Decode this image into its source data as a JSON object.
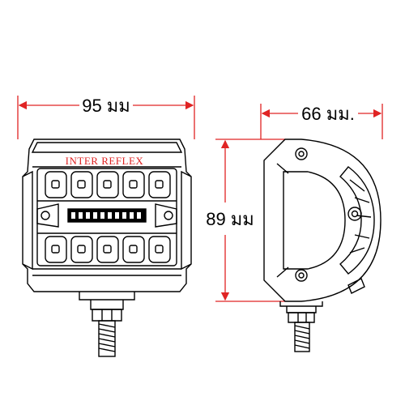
{
  "dimensions": {
    "width_label": "95 มม",
    "depth_label": "66 มม.",
    "height_label": "89 มม"
  },
  "brand": {
    "name": "INTER REFLEX"
  },
  "colors": {
    "dimension_line": "#e02424",
    "brand_text": "#e02424",
    "outline": "#000000",
    "background": "#ffffff"
  }
}
